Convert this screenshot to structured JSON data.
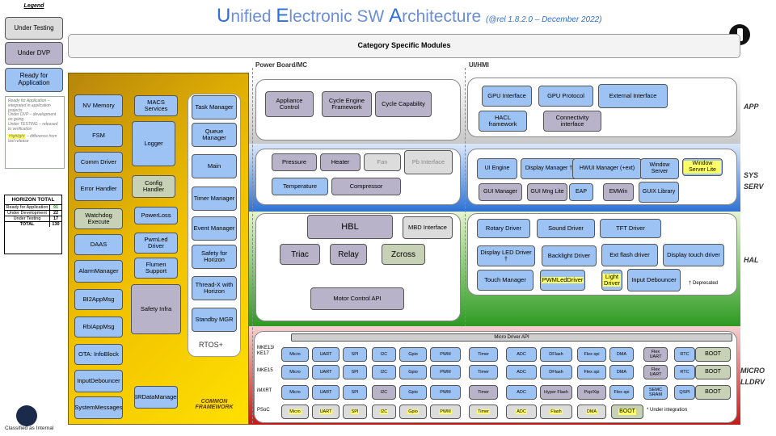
{
  "title": {
    "u": "U",
    "t1": "nified ",
    "e": "E",
    "t2": "lectronic SW ",
    "a": "A",
    "t3": "rchitecture",
    "release": "(@rel 1.8.2.0 –  December 2022)"
  },
  "legend": {
    "title": "Legend",
    "items": [
      "Under Testing",
      "Under DVP",
      "Ready for Application"
    ],
    "note1": "Ready for Application – integrated in application projects",
    "note2": "Under DVP – development on going",
    "note3": "Under TESTING – released to verification",
    "hl_word": "Highlight",
    "hl_rest": " – difference from last release"
  },
  "horizon": {
    "title": "HORIZON TOTAL",
    "rows": [
      [
        "Ready for Application",
        "91"
      ],
      [
        "Under Development",
        "22"
      ],
      [
        "Under Testing",
        "17"
      ],
      [
        "TOTAL",
        "130"
      ]
    ]
  },
  "category": "Category Specific Modules",
  "sections": {
    "power": "Power Board/MC",
    "ui": "UI/HMI"
  },
  "layers": {
    "app": "APP",
    "sys": "SYS SERV",
    "hal": "HAL",
    "micro": "MICRO LLDRV"
  },
  "common": {
    "label": "COMMON FRAMEWORK",
    "left": [
      "NV Memory",
      "FSM",
      "Comm Driver",
      "Error Handler",
      "Watchdog Execute",
      "DAAS",
      "AlarmManager",
      "BI2AppMsg",
      "RbIAppMsg",
      "OTA: InfoBlock",
      "InputDebouncer",
      "SystemMessages"
    ],
    "mid": [
      "MACS Services",
      "Logger",
      "Config Handler",
      "PowerLoss",
      "PwmLed Driver",
      "Flumen Support",
      "Safety Infra",
      "SRDataManager"
    ],
    "rtos": [
      "Task Manager",
      "Queue Manager",
      "Main",
      "Timer Manager",
      "Event Manager",
      "Safety for Horizon",
      "Thread-X with Horizon",
      "Standby MGR"
    ],
    "rtos_label": "RTOS+"
  },
  "power": {
    "app": [
      "Appliance Control",
      "Cycle Engine Framework",
      "Cycle Capability"
    ],
    "sys": [
      "Pressure",
      "Heater",
      "Fan",
      "Pb Interface",
      "Temperature",
      "Compressor"
    ],
    "hal": [
      "HBL",
      "MBD Interface",
      "Triac",
      "Relay",
      "Zcross",
      "Motor Control API"
    ]
  },
  "ui": {
    "app": [
      "GPU Interface",
      "GPU Protocol",
      "External Interface",
      "HACL framework",
      "Connectivity interface"
    ],
    "sys": [
      "UI Engine",
      "Display Manager †",
      "HWUI Manager (+ext)",
      "Window Server",
      "Window Server Lite",
      "GUI Manager",
      "GUI Mng Lite",
      "EAP",
      "EMWin",
      "GUIX Library"
    ],
    "hal": [
      "Rotary Driver",
      "Sound Driver",
      "TFT Driver",
      "Display LED Driver †",
      "Backlight Driver",
      "Ext flash driver",
      "Display touch driver",
      "Touch Manager",
      "PWMLedDriver",
      "Light Driver",
      "Input Debouncer"
    ],
    "deprecated": "† Deprecated"
  },
  "micro": {
    "api": "Micro Driver API",
    "rows": [
      {
        "label": "MKE13/ KE17",
        "cells": [
          "Micro",
          "UART",
          "SPI",
          "I2C",
          "Gpio",
          "PWM",
          "Timer",
          "ADC",
          "DFlash",
          "Flex spi",
          "DMA",
          "Flex UART",
          "RTC",
          "BOOT"
        ]
      },
      {
        "label": "MKE15",
        "cells": [
          "Micro",
          "UART",
          "SPI",
          "I2C",
          "Gpio",
          "PWM",
          "Timer",
          "ADC",
          "DFlash",
          "Flex spi",
          "DMA",
          "Flex UART",
          "RTC",
          "BOOT"
        ]
      },
      {
        "label": "iMXRT",
        "cells": [
          "Micro",
          "UART",
          "SPI",
          "I2C",
          "Gpio",
          "PWM",
          "Timer",
          "ADC",
          "Hyper Flash",
          "Pxp/Xip",
          "Flex spi",
          "SEMC SRAM",
          "QSPI",
          "BOOT"
        ]
      },
      {
        "label": "PSoC",
        "cells": [
          "Micro",
          "UART",
          "SPI",
          "I2C",
          "Gpio",
          "PWM",
          "Timer",
          "ADC",
          "Flash",
          "DMA",
          "BOOT"
        ]
      }
    ],
    "integration": "* Under integration"
  },
  "footer": "Classified as Internal"
}
